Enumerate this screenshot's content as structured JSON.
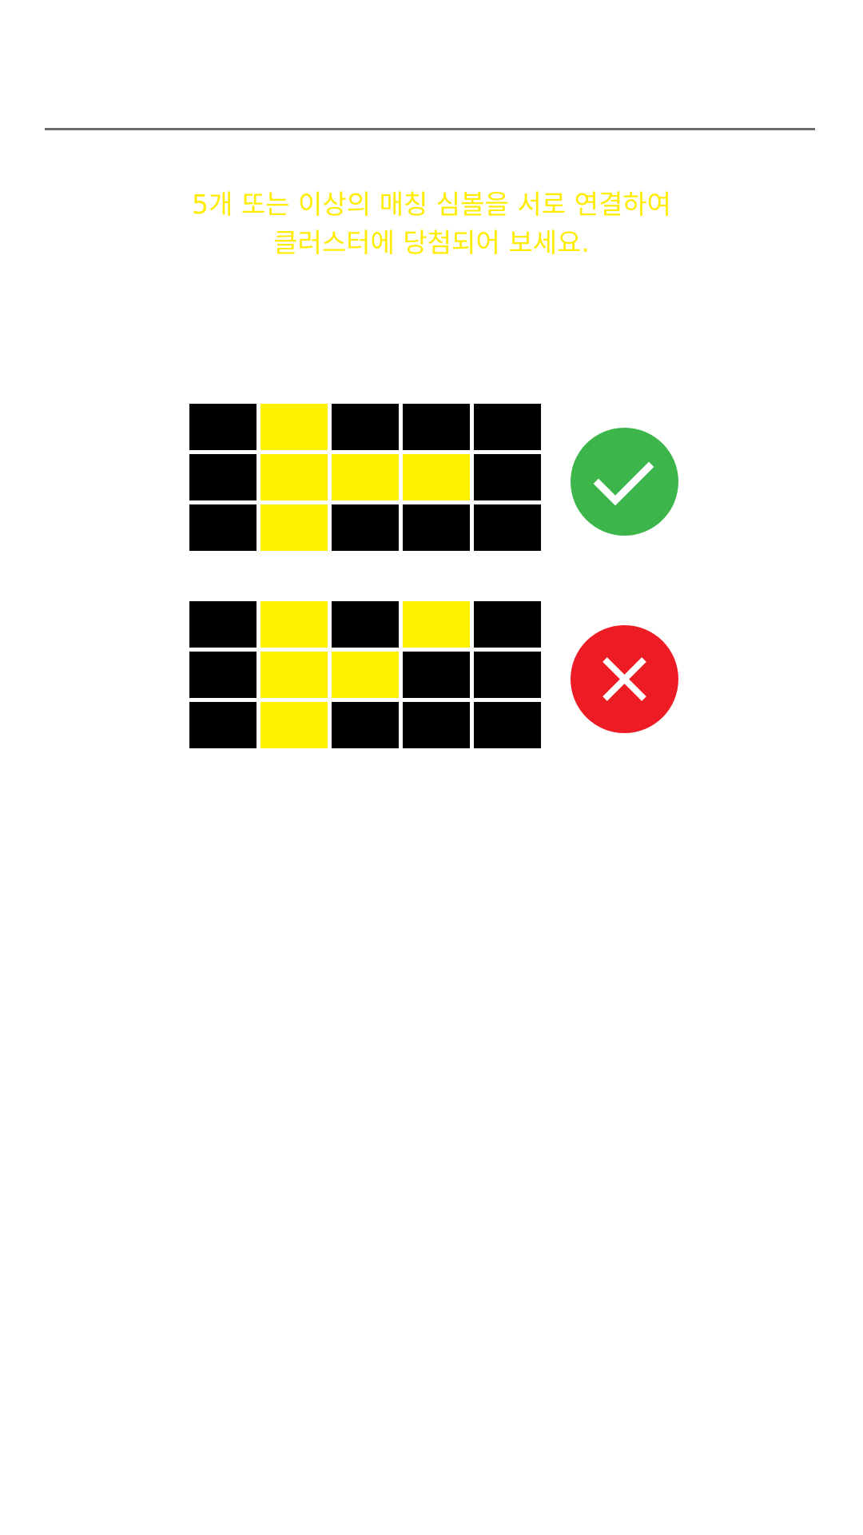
{
  "instruction": {
    "line1": "5개 또는 이상의 매칭 심볼을 서로 연결하여",
    "line2": "클러스터에 당첨되어 보세요."
  },
  "examples": [
    {
      "result": "valid",
      "result_icon": "check-icon",
      "result_color": "#3cb54a",
      "grid": [
        [
          0,
          1,
          0,
          0,
          0
        ],
        [
          0,
          1,
          1,
          1,
          0
        ],
        [
          0,
          1,
          0,
          0,
          0
        ]
      ]
    },
    {
      "result": "invalid",
      "result_icon": "cross-icon",
      "result_color": "#ed1c24",
      "grid": [
        [
          0,
          1,
          0,
          1,
          0
        ],
        [
          0,
          1,
          1,
          0,
          0
        ],
        [
          0,
          1,
          0,
          0,
          0
        ]
      ]
    }
  ],
  "colors": {
    "symbol_match": "#fff200",
    "symbol_other": "#000000",
    "instruction_text": "#ffec00"
  }
}
